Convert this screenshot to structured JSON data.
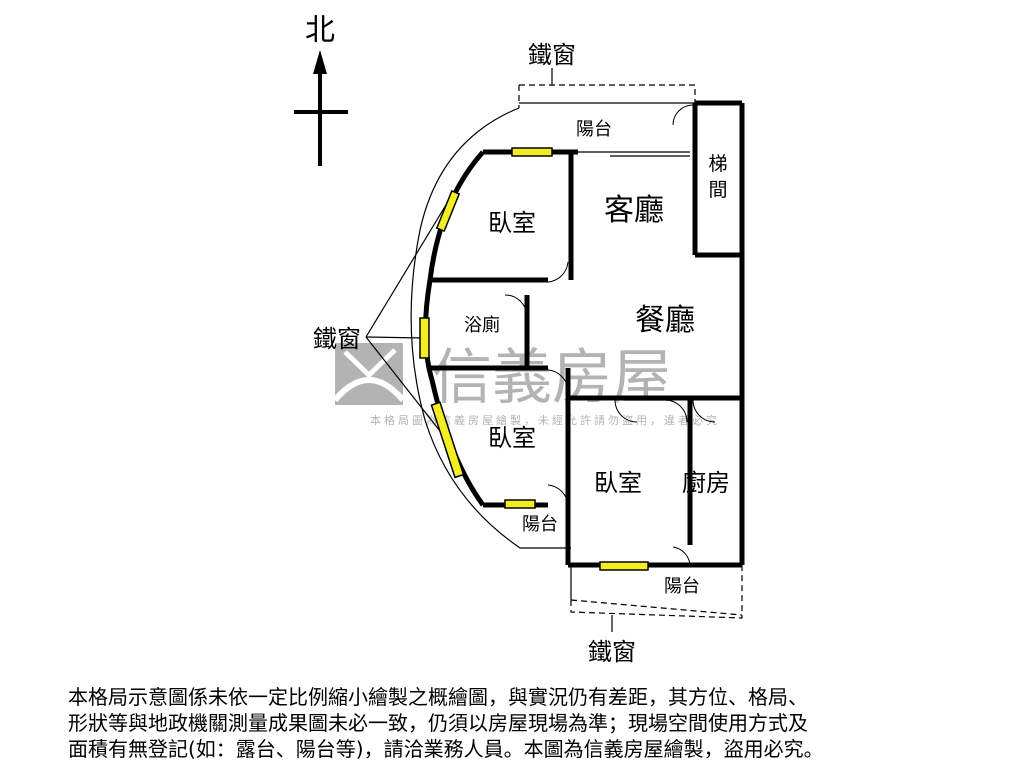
{
  "compass": {
    "north": "北"
  },
  "labels": {
    "iron_window_top": "鐵窗",
    "iron_window_left": "鐵窗",
    "iron_window_bottom": "鐵窗",
    "balcony_top": "陽台",
    "stairwell": "梯間",
    "living_room": "客廳",
    "dining_room": "餐廳",
    "bedroom_1": "臥室",
    "bathroom": "浴廁",
    "bedroom_2": "臥室",
    "bedroom_3": "臥室",
    "kitchen": "廚房",
    "balcony_left": "陽台",
    "balcony_bottom": "陽台"
  },
  "watermark": {
    "brand": "信義房屋",
    "notice": "本格局圖為信義房屋繪製，未經允許請勿盜用，違者必究"
  },
  "disclaimer": [
    "本格局示意圖係未依一定比例縮小繪製之概繪圖，與實況仍有差距，其方位、格局、",
    "形狀等與地政機關測量成果圖未必一致，仍須以房屋現場為準；現場空間使用方式及",
    "面積有無登記(如：露台、陽台等)，請洽業務人員。本圖為信義房屋繪製，盜用必究。"
  ],
  "colors": {
    "wall": "#000000",
    "window": "#f2ee22",
    "watermark": "#9a9a9a"
  }
}
